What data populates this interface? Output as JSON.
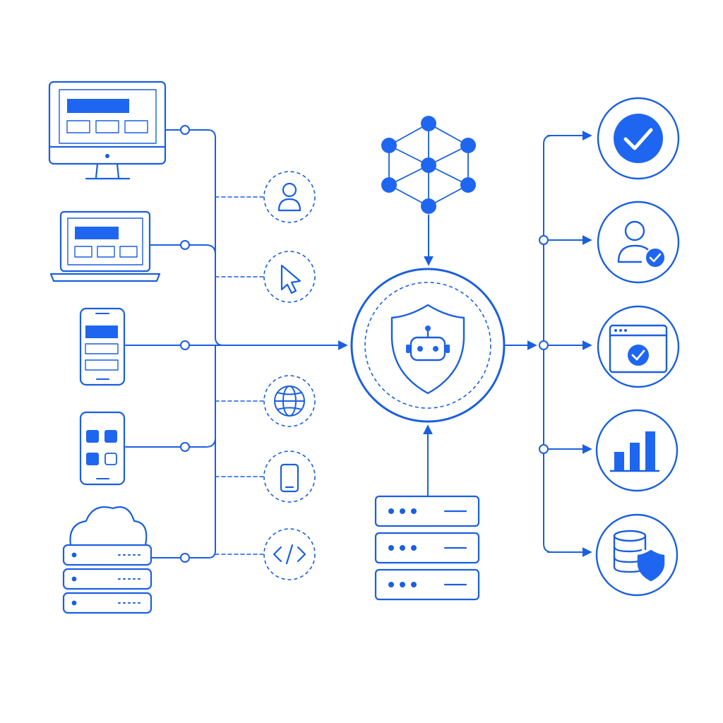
{
  "colors": {
    "primary": "#1a5fe0",
    "fill": "#1e66f0",
    "background": "#ffffff"
  },
  "diagram": {
    "type": "architecture-flow",
    "sources": [
      {
        "id": "desktop",
        "icon": "desktop-monitor-icon"
      },
      {
        "id": "laptop",
        "icon": "laptop-icon"
      },
      {
        "id": "mobile-web",
        "icon": "smartphone-web-icon"
      },
      {
        "id": "mobile-apps",
        "icon": "smartphone-apps-icon"
      },
      {
        "id": "cloud-servers",
        "icon": "cloud-server-stack-icon"
      }
    ],
    "channels": [
      {
        "id": "user",
        "icon": "user-icon"
      },
      {
        "id": "click",
        "icon": "cursor-icon"
      },
      {
        "id": "web",
        "icon": "globe-icon"
      },
      {
        "id": "mobile",
        "icon": "mobile-device-icon"
      },
      {
        "id": "code",
        "icon": "code-icon"
      }
    ],
    "hub": {
      "icon": "shield-robot-icon"
    },
    "knowledge": {
      "icon": "network-graph-icon"
    },
    "storage": {
      "icon": "server-rack-icon"
    },
    "outputs": [
      {
        "id": "verified",
        "icon": "checkmark-icon"
      },
      {
        "id": "identity",
        "icon": "user-verified-icon"
      },
      {
        "id": "app-verified",
        "icon": "browser-check-icon"
      },
      {
        "id": "analytics",
        "icon": "bar-chart-icon"
      },
      {
        "id": "secure-data",
        "icon": "database-shield-icon"
      }
    ]
  }
}
